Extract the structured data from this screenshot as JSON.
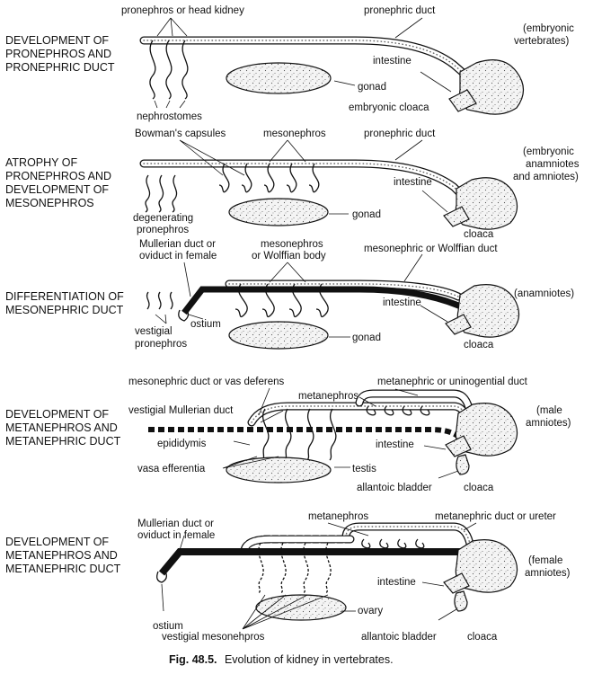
{
  "stages": [
    {
      "title": [
        "DEVELOPMENT OF",
        "PRONEPHROS AND",
        "PRONEPHRIC DUCT"
      ],
      "note": [
        "(embryonic",
        "vertebrates)"
      ],
      "labels": {
        "pronephros": "pronephros or head kidney",
        "pronephric_duct": "pronephric duct",
        "intestine": "intestine",
        "gonad": "gonad",
        "nephrostomes": "nephrostomes",
        "cloaca": "embryonic cloaca"
      }
    },
    {
      "title": [
        "ATROPHY OF",
        "PRONEPHROS AND",
        "DEVELOPMENT OF",
        "MESONEPHROS"
      ],
      "note": [
        "(embryonic",
        "anamniotes",
        "and amniotes)"
      ],
      "labels": {
        "bowmans": "Bowman's capsules",
        "mesonephros": "mesonephros",
        "pronephric_duct": "pronephric duct",
        "intestine": "intestine",
        "degenerating": [
          "degenerating",
          "pronephros"
        ],
        "gonad": "gonad",
        "cloaca": "cloaca"
      }
    },
    {
      "title": [
        "DIFFERENTIATION OF",
        "MESONEPHRIC DUCT"
      ],
      "note": [
        "(anamniotes)"
      ],
      "labels": {
        "mullerian": [
          "Mullerian duct or",
          "oviduct in female"
        ],
        "mesonephros": [
          "mesonephros",
          "or Wolffian body"
        ],
        "wolffian_duct": "mesonephric or Wolffian duct",
        "intestine": "intestine",
        "vestigial": [
          "vestigial",
          "pronephros"
        ],
        "ostium": "ostium",
        "gonad": "gonad",
        "cloaca": "cloaca"
      }
    },
    {
      "title": [
        "DEVELOPMENT OF",
        "METANEPHROS AND",
        "METANEPHRIC DUCT"
      ],
      "note": [
        "(male",
        "amniotes)"
      ],
      "labels": {
        "vas_deferens": "mesonephric duct or vas deferens",
        "metanephric_duct": "metanephric or uninogential duct",
        "metanephros": "metanephros",
        "vestigial_mullerian": "vestigial Mullerian duct",
        "epididymis": "epididymis",
        "intestine": "intestine",
        "vasa_efferentia": "vasa efferentia",
        "testis": "testis",
        "allantoic": "allantoic bladder",
        "cloaca": "cloaca"
      }
    },
    {
      "title": [
        "DEVELOPMENT OF",
        "METANEPHROS AND",
        "METANEPHRIC DUCT"
      ],
      "note": [
        "(female",
        "amniotes)"
      ],
      "labels": {
        "mullerian": [
          "Mullerian duct or",
          "oviduct in female"
        ],
        "metanephros": "metanephros",
        "ureter": "metanephric duct or ureter",
        "intestine": "intestine",
        "ostium": "ostium",
        "ovary": "ovary",
        "vestigial_meso": "vestigial mesonehpros",
        "allantoic": "allantoic bladder",
        "cloaca": "cloaca"
      }
    }
  ],
  "caption": {
    "fig": "Fig. 48.5.",
    "text": "Evolution of kidney in vertebrates."
  }
}
